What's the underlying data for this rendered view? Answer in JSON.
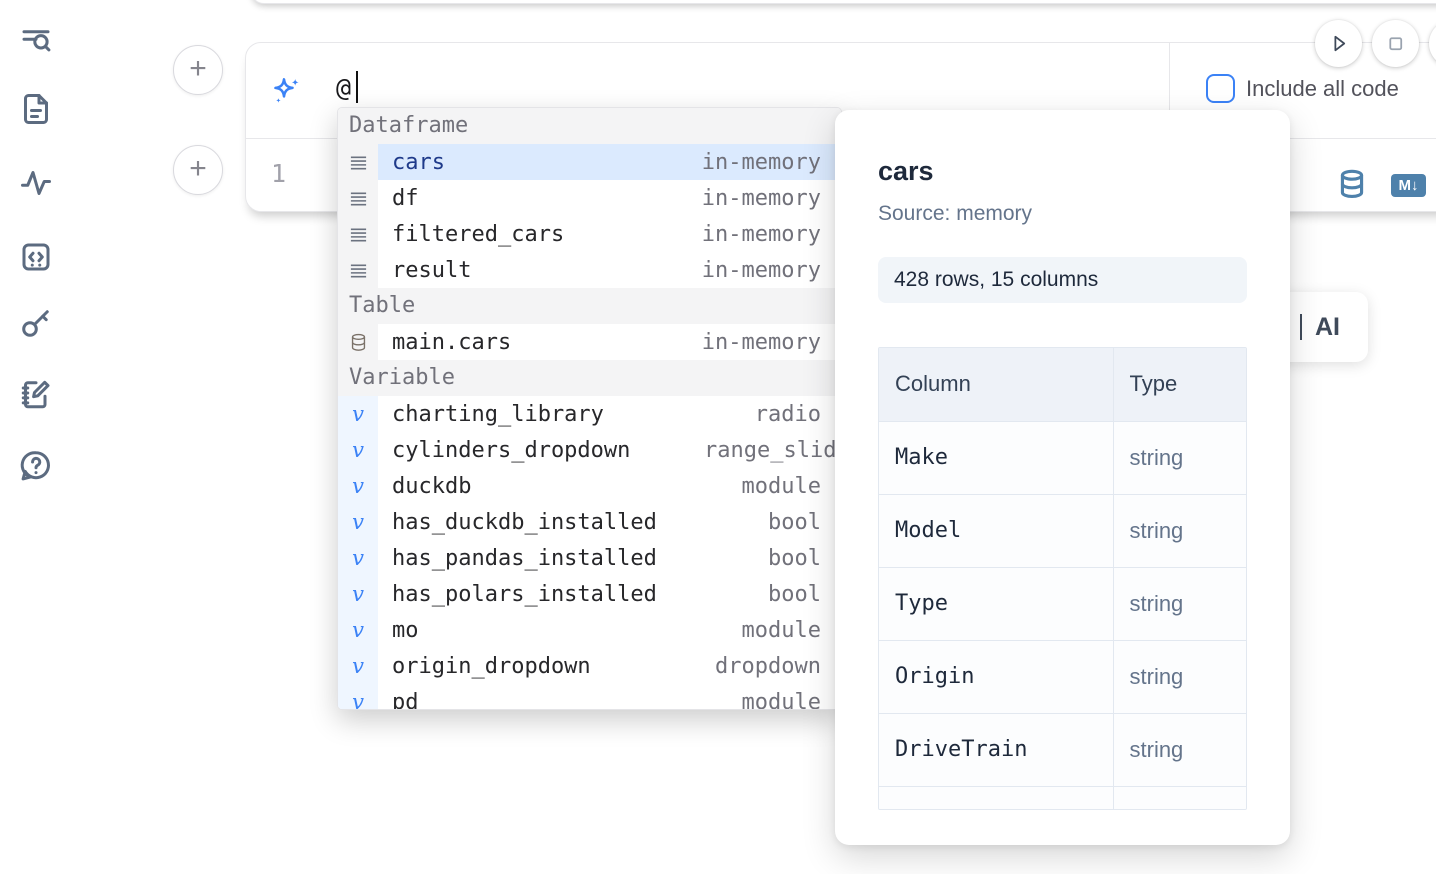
{
  "colors": {
    "accent_blue": "#3b82f6",
    "steel_blue": "#4e81ab",
    "selection_bg": "#dbeafe",
    "selection_text": "#1e3a8a",
    "muted_text": "#71717a",
    "panel_text_dark": "#1e293b",
    "panel_text_gray": "#64748b",
    "sidebar_icon": "#5c6b80"
  },
  "sidebar": {
    "items": [
      {
        "icon": "search-list-icon"
      },
      {
        "icon": "document-icon"
      },
      {
        "icon": "activity-icon"
      },
      {
        "icon": "code-box-icon"
      },
      {
        "icon": "key-icon"
      },
      {
        "icon": "notebook-edit-icon"
      },
      {
        "icon": "help-chat-icon"
      }
    ]
  },
  "toolbar": {
    "run_icon": "play-icon",
    "stop_icon": "stop-icon"
  },
  "prompt": {
    "icon": "sparkles-icon",
    "value": "@",
    "include_all_code_label": "Include all code"
  },
  "editor": {
    "line_number": "1",
    "indicators": [
      {
        "icon": "database-icon"
      },
      {
        "icon": "markdown-badge-icon",
        "label": "M↓"
      }
    ]
  },
  "completion": {
    "sections": [
      {
        "label": "Dataframe",
        "icon": "dataframe-rows-icon",
        "items": [
          {
            "name": "cars",
            "type": "in-memory",
            "selected": true
          },
          {
            "name": "df",
            "type": "in-memory"
          },
          {
            "name": "filtered_cars",
            "type": "in-memory"
          },
          {
            "name": "result",
            "type": "in-memory"
          }
        ]
      },
      {
        "label": "Table",
        "icon": "database-icon",
        "items": [
          {
            "name": "main.cars",
            "type": "in-memory"
          }
        ]
      },
      {
        "label": "Variable",
        "icon": "variable-icon",
        "items": [
          {
            "name": "charting_library",
            "type": "radio"
          },
          {
            "name": "cylinders_dropdown",
            "type": "range_slider",
            "overflow": true
          },
          {
            "name": "duckdb",
            "type": "module"
          },
          {
            "name": "has_duckdb_installed",
            "type": "bool"
          },
          {
            "name": "has_pandas_installed",
            "type": "bool"
          },
          {
            "name": "has_polars_installed",
            "type": "bool"
          },
          {
            "name": "mo",
            "type": "module"
          },
          {
            "name": "origin_dropdown",
            "type": "dropdown"
          },
          {
            "name": "pd",
            "type": "module",
            "clipped": true
          }
        ]
      }
    ]
  },
  "ai_card": {
    "label": "AI"
  },
  "preview": {
    "title": "cars",
    "source": "Source: memory",
    "shape_badge": "428 rows, 15 columns",
    "table": {
      "headers": [
        "Column",
        "Type"
      ],
      "rows": [
        {
          "column": "Make",
          "type": "string"
        },
        {
          "column": "Model",
          "type": "string"
        },
        {
          "column": "Type",
          "type": "string"
        },
        {
          "column": "Origin",
          "type": "string"
        },
        {
          "column": "DriveTrain",
          "type": "string"
        }
      ]
    }
  }
}
